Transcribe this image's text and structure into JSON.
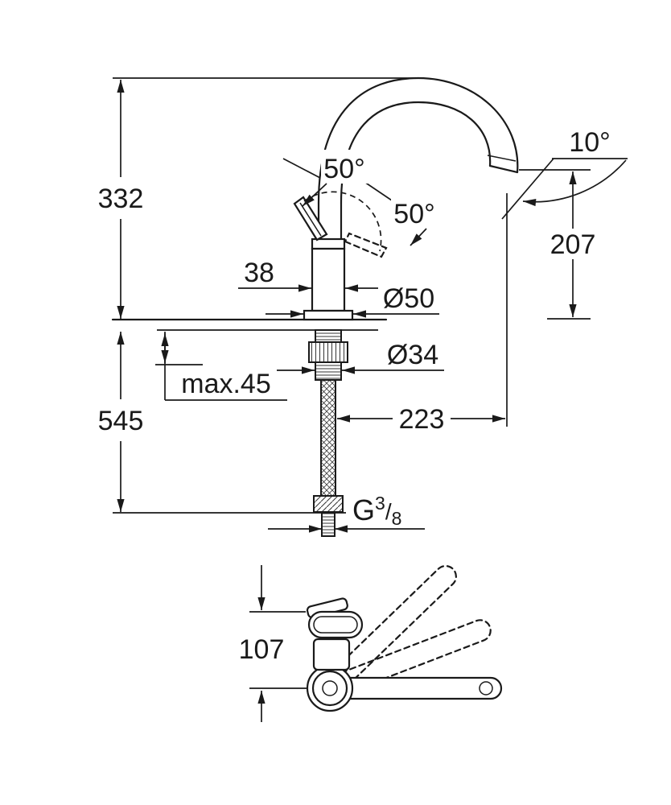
{
  "drawing": {
    "subject": "kitchen-mixer-tap-dimension-drawing",
    "colors": {
      "line": "#1a1a1a",
      "background": "#ffffff"
    },
    "labels": {
      "dim_332": "332",
      "dim_545": "545",
      "dim_max45": "max.45",
      "dim_38": "38",
      "dim_dia50": "Ø50",
      "dim_dia34": "Ø34",
      "dim_223": "223",
      "dim_207": "207",
      "angle_10": "10°",
      "angle_50_top": "50°",
      "angle_50_bottom": "50°",
      "dim_107": "107",
      "thread_g": "G",
      "thread_numerator": "3",
      "thread_slash": "/",
      "thread_denominator": "8"
    }
  }
}
